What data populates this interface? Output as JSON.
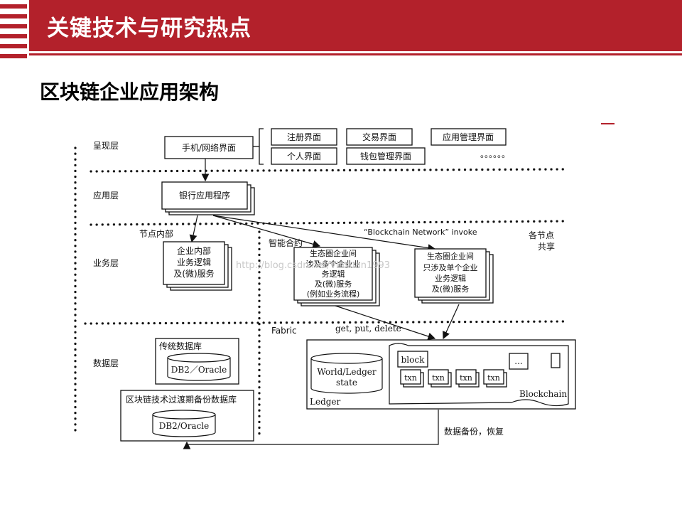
{
  "header": {
    "title": "关键技术与研究热点"
  },
  "subtitle": "区块链企业应用架构",
  "diagram": {
    "layers": {
      "presentation": "呈现层",
      "application": "应用层",
      "business": "业务层",
      "data": "数据层"
    },
    "ui": {
      "mobile_web": "手机/网络界面",
      "register": "注册界面",
      "trade": "交易界面",
      "app_mgmt": "应用管理界面",
      "personal": "个人界面",
      "wallet": "钱包管理界面",
      "more": "。。。。。。"
    },
    "bank_app": "银行应用程序",
    "node_internal": "节点内部",
    "internal_service": [
      "企业内部",
      "业务逻辑",
      "及(微)服务"
    ],
    "smart_contract": "智能合约",
    "invoke": "“Blockchain Network” invoke",
    "shared": [
      "各节点",
      "共享"
    ],
    "multi_enterprise": [
      "生态圈企业间",
      "涉及多个企业业",
      "务逻辑",
      "及(微)服务",
      "(例如业务流程)"
    ],
    "single_enterprise": [
      "生态圈企业间",
      "只涉及单个企业",
      "业务逻辑",
      "及(微)服务"
    ],
    "fabric": "Fabric",
    "get_put_delete": "get, put, delete",
    "traditional_db": "传统数据库",
    "db2_oracle": "DB2／Oracle",
    "transition_db": "区块链技术过渡期备份数据库",
    "db2_oracle_2": "DB2/Oracle",
    "world_state": [
      "World/Ledger",
      "state"
    ],
    "ledger": "Ledger",
    "block": "block",
    "txn": "txn",
    "ellipsis": "...",
    "blockchain": "Blockchain",
    "backup_restore": "数据备份，恢复"
  }
}
